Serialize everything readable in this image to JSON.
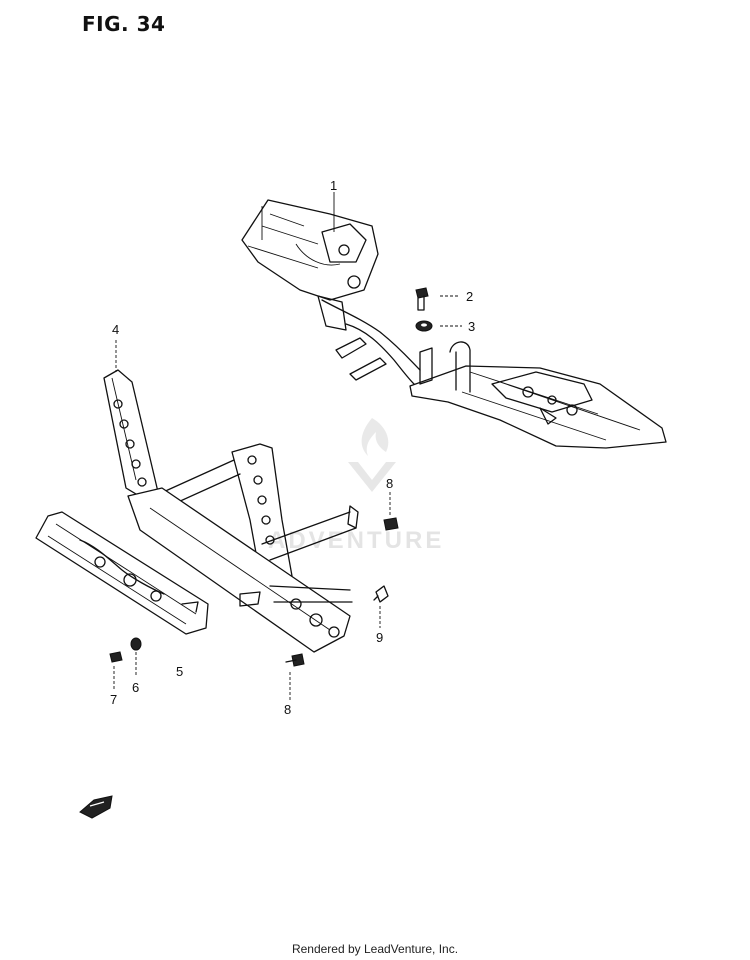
{
  "figure": {
    "title": "FIG. 34"
  },
  "callouts": [
    {
      "id": "1",
      "text": "1"
    },
    {
      "id": "2",
      "text": "2"
    },
    {
      "id": "3",
      "text": "3"
    },
    {
      "id": "4",
      "text": "4"
    },
    {
      "id": "5",
      "text": "5"
    },
    {
      "id": "6",
      "text": "6"
    },
    {
      "id": "7",
      "text": "7"
    },
    {
      "id": "8a",
      "text": "8"
    },
    {
      "id": "8b",
      "text": "8"
    },
    {
      "id": "9",
      "text": "9"
    }
  ],
  "watermark": {
    "text": "ADVENTURE"
  },
  "footer": {
    "text": "Rendered by LeadVenture, Inc."
  },
  "colors": {
    "line": "#111111",
    "watermark": "#cfcfcf",
    "background": "#ffffff"
  }
}
